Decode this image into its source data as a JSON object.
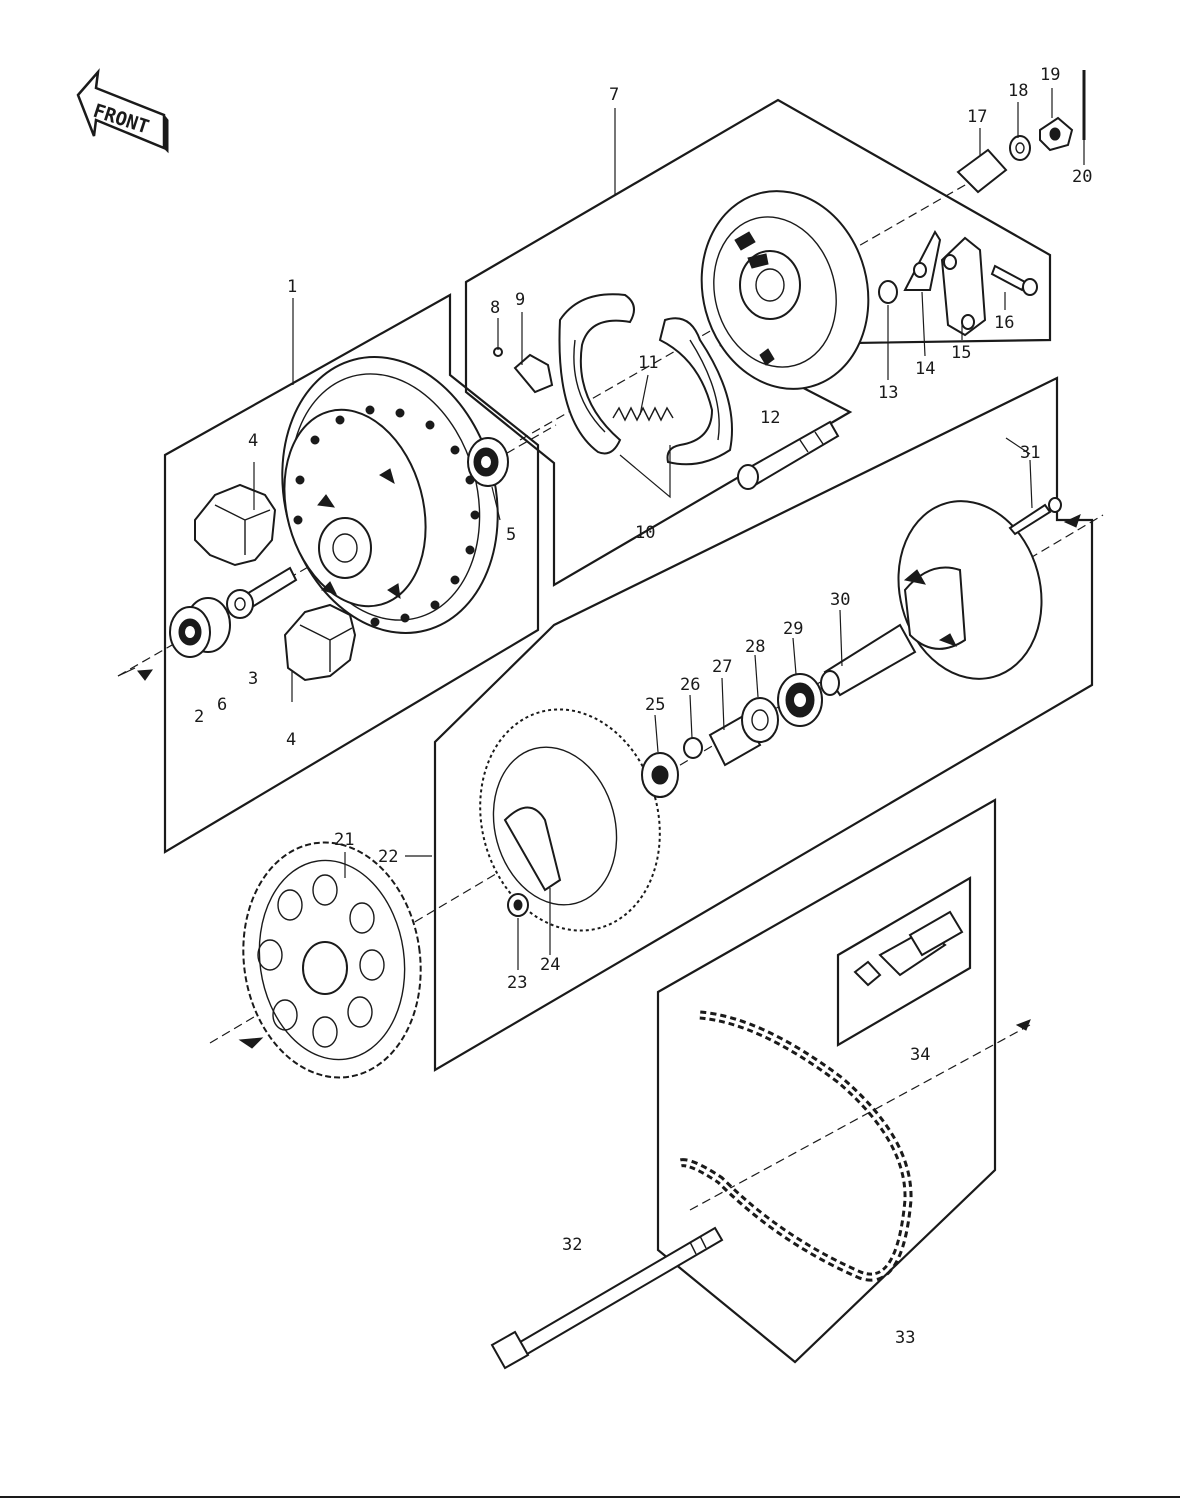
{
  "front_badge": {
    "label": "FRONT"
  },
  "callouts": {
    "c1": "1",
    "c2": "2",
    "c3": "3",
    "c4a": "4",
    "c4b": "4",
    "c5": "5",
    "c6": "6",
    "c7": "7",
    "c8": "8",
    "c9": "9",
    "c10": "10",
    "c11": "11",
    "c12": "12",
    "c13": "13",
    "c14": "14",
    "c15": "15",
    "c16": "16",
    "c17": "17",
    "c18": "18",
    "c19": "19",
    "c20": "20",
    "c21": "21",
    "c22": "22",
    "c23": "23",
    "c24": "24",
    "c25": "25",
    "c26": "26",
    "c27": "27",
    "c28": "28",
    "c29": "29",
    "c30": "30",
    "c31": "31",
    "c32": "32",
    "c33": "33",
    "c34": "34"
  }
}
